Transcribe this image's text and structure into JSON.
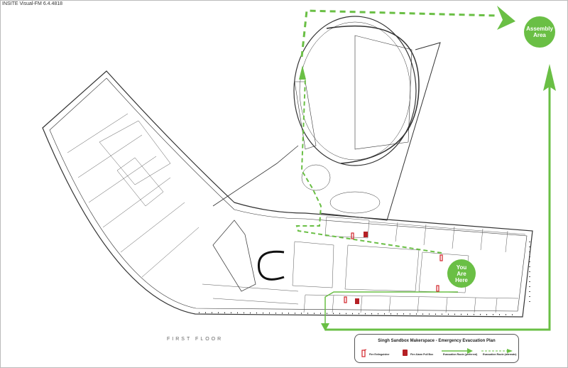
{
  "app_title": "INSITE Visual-FM 6.4.4818",
  "floor_label": "FIRST FLOOR",
  "assembly_area": {
    "line1": "Assembly",
    "line2": "Area"
  },
  "you_are_here": {
    "line1": "You",
    "line2": "Are",
    "line3": "Here"
  },
  "legend": {
    "title": "Singh Sandbox Makerspace - Emergency Evacuation Plan",
    "items": [
      {
        "icon": "fire-extinguisher-icon",
        "label": "Fire Extinguisher"
      },
      {
        "icon": "fire-alarm-pull-box-icon",
        "label": "Fire Alarm Pull Box"
      },
      {
        "icon": "solid-arrow-icon",
        "label": "Evacuation Route (preferred)"
      },
      {
        "icon": "dashed-arrow-icon",
        "label": "Evacuation Route (alternate)"
      }
    ]
  },
  "colors": {
    "route": "#6abf45",
    "fire_equipment": "#d3232a",
    "walls": "#333333"
  }
}
